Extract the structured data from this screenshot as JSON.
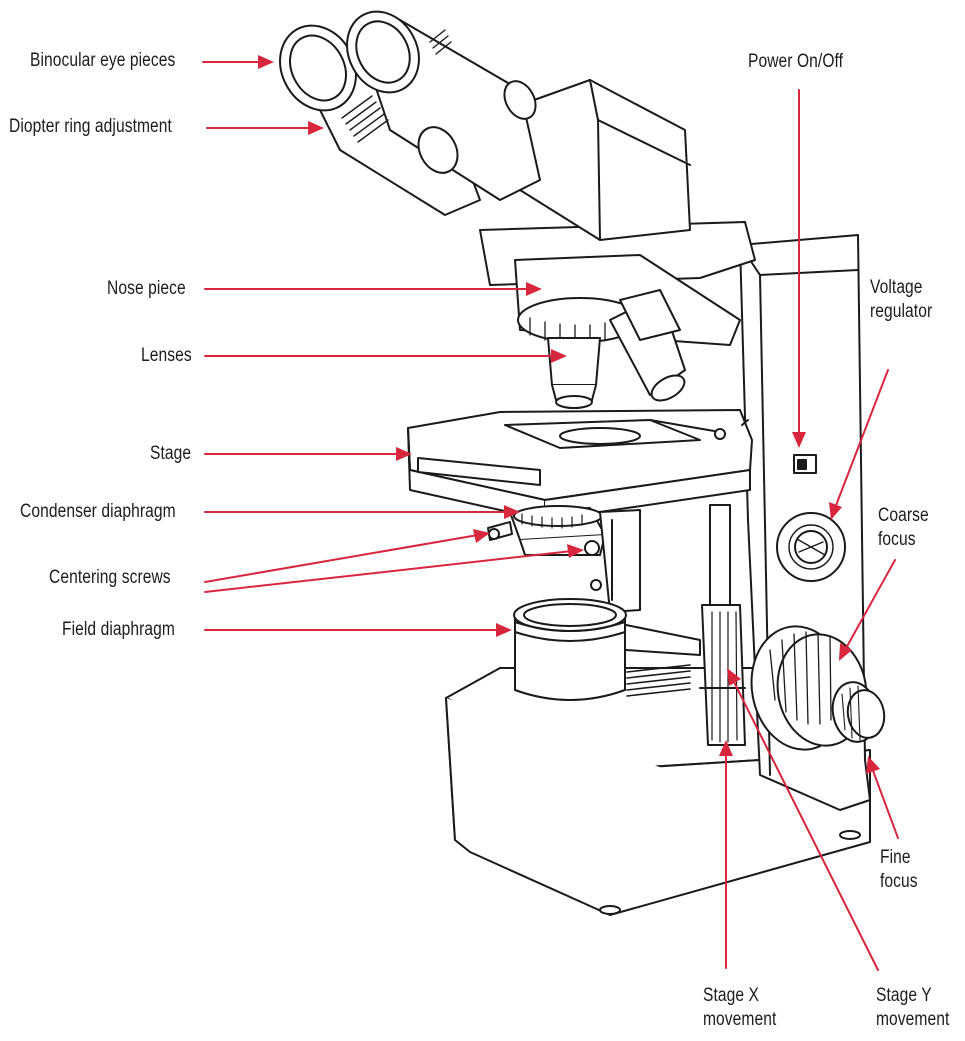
{
  "colors": {
    "arrow": "#d7263d",
    "outline": "#1a1a1a",
    "text": "#1c1c1c"
  },
  "labels": {
    "binocular": "Binocular eye pieces",
    "diopter": "Diopter ring adjustment",
    "nose_piece": "Nose piece",
    "lenses": "Lenses",
    "stage": "Stage",
    "condenser": "Condenser diaphragm",
    "centering": "Centering screws",
    "field": "Field diaphragm",
    "power": "Power On/Off",
    "voltage": [
      "Voltage",
      "regulator"
    ],
    "coarse": [
      "Coarse",
      "focus"
    ],
    "fine": [
      "Fine",
      "focus"
    ],
    "stage_x": [
      "Stage X",
      "movement"
    ],
    "stage_y": [
      "Stage Y",
      "movement"
    ]
  }
}
